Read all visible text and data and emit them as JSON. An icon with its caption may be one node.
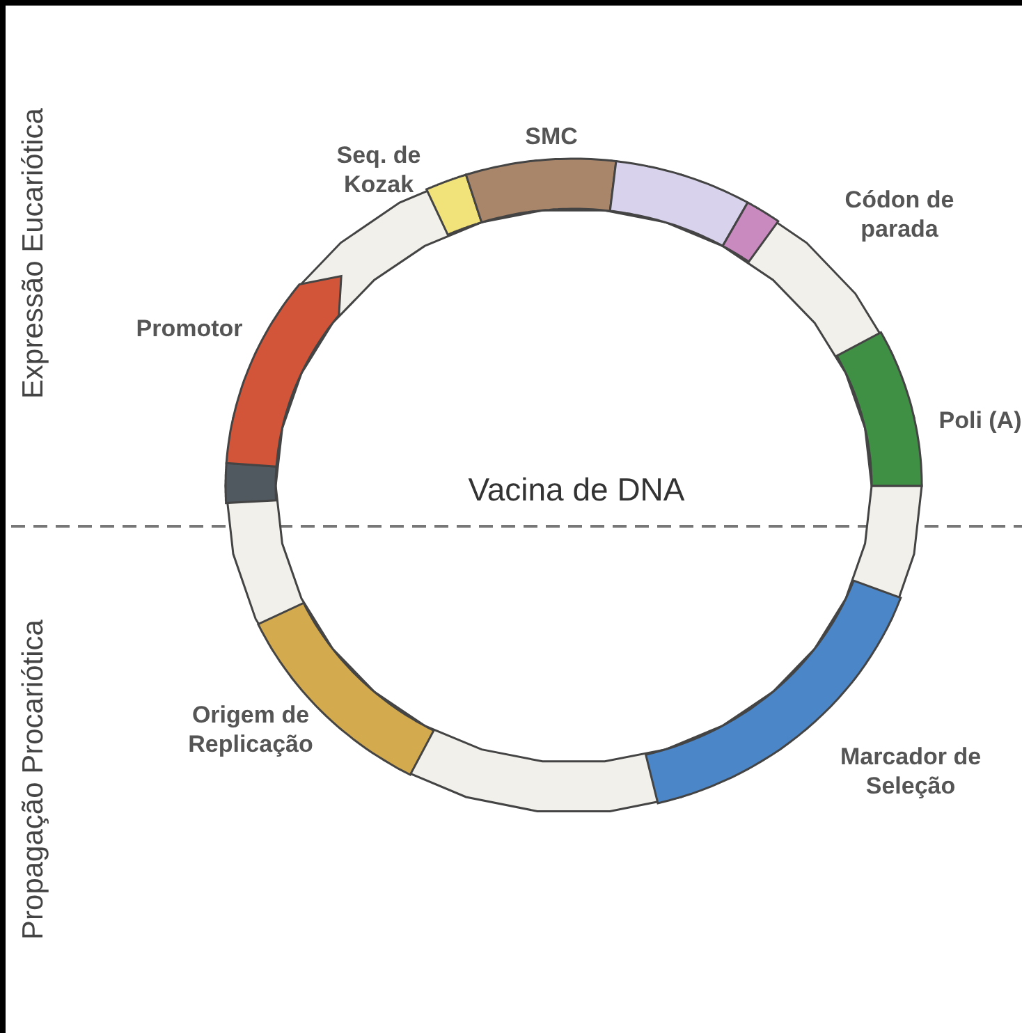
{
  "diagram": {
    "labels": [
      "Expressão Eucariótica",
      "Seq. de Kozak",
      "SMC",
      "Códon de parada",
      "Promotor",
      "Poli (A)",
      "Vacina de DNA",
      "Propagação Procariótica",
      "Origem de Replicação",
      "Marcador de Seleção"
    ]
  }
}
